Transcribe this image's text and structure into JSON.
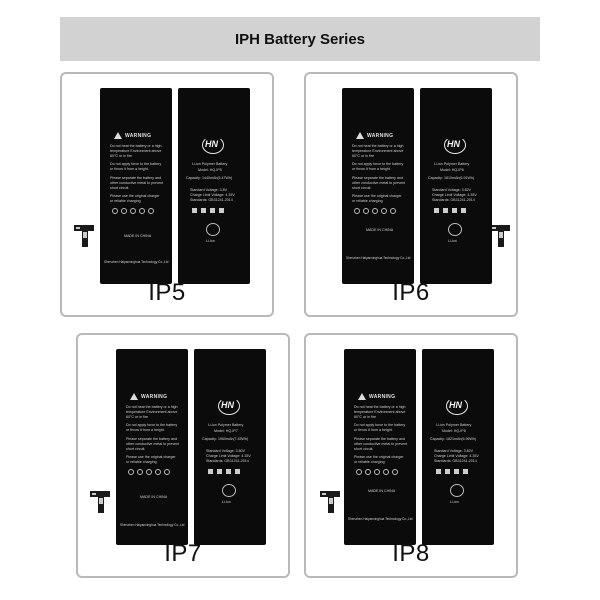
{
  "header": {
    "title": "IPH Battery Series"
  },
  "cards": [
    {
      "model": "IP5",
      "left": {
        "warning": "WARNING",
        "lines": [
          "Do not heat the battery or a high",
          "temperature Environment above",
          "60°C or in fire",
          "Do not apply force to the battery",
          "or throw it from a height.",
          "Please separate the battery and",
          "other conductive metal to prevent",
          "short circuit.",
          "Please use the original charger",
          "or reliable charging"
        ],
        "made": "MADE IN CHINA",
        "company": "Shenzhen Haiyanxinghua Technology Co.,Ltd"
      },
      "right": {
        "logo": "HN",
        "type": "Li-ion Polymer Battery",
        "model_line": "Model: HQ-IP5",
        "capacity": "Capacity: 1440mAh(5.47Wh)",
        "v1": "Standard Voltage: 3.8V",
        "v2": "Charge Limit Voltage: 4.35V",
        "v3": "Standards: GB31241-2014",
        "recycle": "Li-ion"
      }
    },
    {
      "model": "IP6",
      "left": {
        "warning": "WARNING",
        "lines": [
          "Do not heat the battery or a high",
          "temperature Environment above",
          "60°C or in fire",
          "Do not apply force to the battery",
          "or throw it from a height.",
          "Please separate the battery and",
          "other conductive metal to prevent",
          "short circuit.",
          "Please use the original charger",
          "or reliable charging"
        ],
        "made": "MADE IN CHINA",
        "company": "Shenzhen Haiyanxinghua Technology Co.,Ltd"
      },
      "right": {
        "logo": "HN",
        "type": "Li-ion Polymer Battery",
        "model_line": "Model: HQ-IP6",
        "capacity": "Capacity: 1810mAh(6.91Wh)",
        "v1": "Standard Voltage: 3.82V",
        "v2": "Charge Limit Voltage: 4.35V",
        "v3": "Standards: GB31241-2014",
        "recycle": "Li-ion"
      }
    },
    {
      "model": "IP7",
      "left": {
        "warning": "WARNING",
        "lines": [
          "Do not heat the battery or a high",
          "temperature Environment above",
          "60°C or in fire",
          "Do not apply force to the battery",
          "or throw it from a height.",
          "Please separate the battery and",
          "other conductive metal to prevent",
          "short circuit.",
          "Please use the original charger",
          "or reliable charging"
        ],
        "made": "MADE IN CHINA",
        "company": "Shenzhen Haiyanxinghua Technology Co.,Ltd"
      },
      "right": {
        "logo": "HN",
        "type": "Li-ion Polymer Battery",
        "model_line": "Model: HQ-IP7",
        "capacity": "Capacity: 1960mAh(7.45Wh)",
        "v1": "Standard Voltage: 3.80V",
        "v2": "Charge Limit Voltage: 4.35V",
        "v3": "Standards: GB31241-2014",
        "recycle": "Li-ion"
      }
    },
    {
      "model": "IP8",
      "left": {
        "warning": "WARNING",
        "lines": [
          "Do not heat the battery or a high",
          "temperature Environment above",
          "60°C or in fire",
          "Do not apply force to the battery",
          "or throw it from a height.",
          "Please separate the battery and",
          "other conductive metal to prevent",
          "short circuit.",
          "Please use the original charger",
          "or reliable charging"
        ],
        "made": "MADE IN CHINA",
        "company": "Shenzhen Haiyanxinghua Technology Co.,Ltd"
      },
      "right": {
        "logo": "HN",
        "type": "Li-ion Polymer Battery",
        "model_line": "Model: HQ-IP8",
        "capacity": "Capacity: 1821mAh(6.96Wh)",
        "v1": "Standard Voltage: 3.82V",
        "v2": "Charge Limit Voltage: 4.35V",
        "v3": "Standards: GB31241-2014",
        "recycle": "Li-ion"
      }
    }
  ]
}
